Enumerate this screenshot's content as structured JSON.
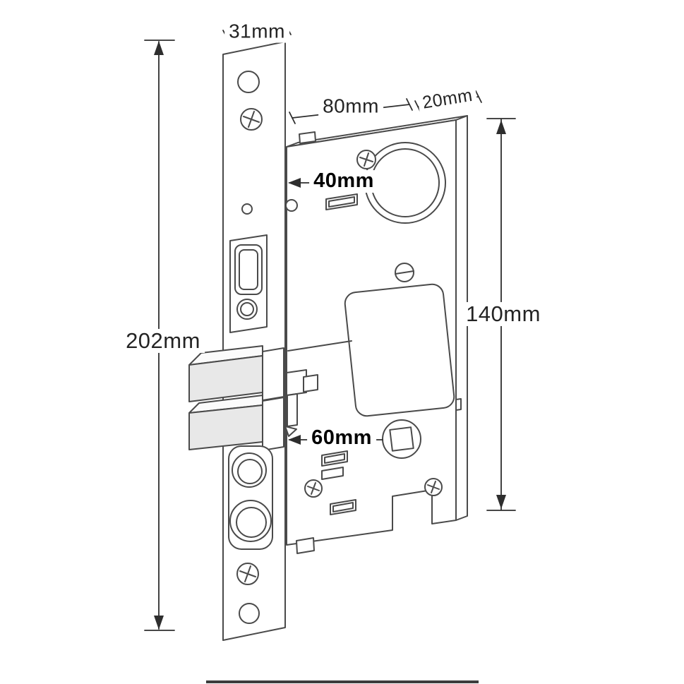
{
  "diagram": {
    "labels": {
      "faceplate_width": "31mm",
      "case_width": "80mm",
      "case_depth": "20mm",
      "cylinder_hole_diameter": "40mm",
      "case_height": "140mm",
      "faceplate_height": "202mm",
      "backset": "60mm"
    }
  },
  "colors": {
    "outline": "#4a4a4a",
    "dimension": "#2e2e2e",
    "background": "#ffffff",
    "face_fill": "#ffffff",
    "bolt_shade": "#e8e8e8",
    "label_text": "#242424",
    "bold_label_text": "#000000"
  }
}
